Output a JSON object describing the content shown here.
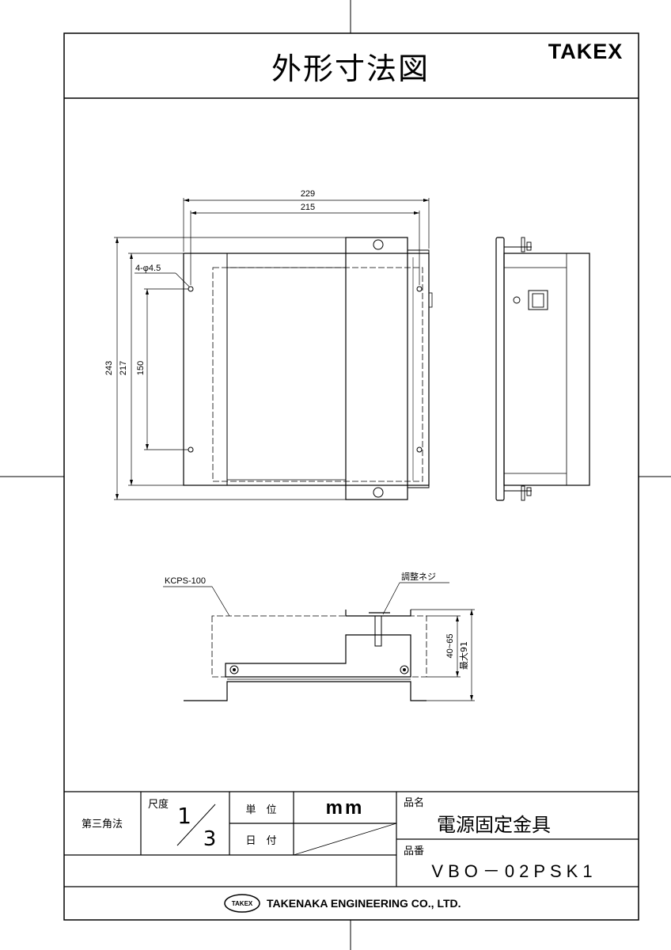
{
  "header": {
    "title": "外形寸法図",
    "brand": "TAKEX"
  },
  "front_view": {
    "width_outer": "229",
    "width_inner": "215",
    "height_outer": "243",
    "height_inner": "217",
    "hole_pitch": "150",
    "hole_spec": "4-φ4.5"
  },
  "side_section": {
    "part_label": "KCPS-100",
    "screw_label": "調整ネジ",
    "adjust_range": "40~65",
    "max_label": "最大91"
  },
  "title_block": {
    "projection": "第三角法",
    "scale_label": "尺度",
    "scale_num": "1",
    "scale_den": "3",
    "unit_label": "単　位",
    "unit_value": "mm",
    "date_label": "日　付",
    "name_label": "品名",
    "name_value": "電源固定金具",
    "part_no_label": "品番",
    "part_no_value": "VBO－02PSK1",
    "company": "TAKENAKA ENGINEERING CO., LTD.",
    "logo_text": "TAKEX"
  }
}
